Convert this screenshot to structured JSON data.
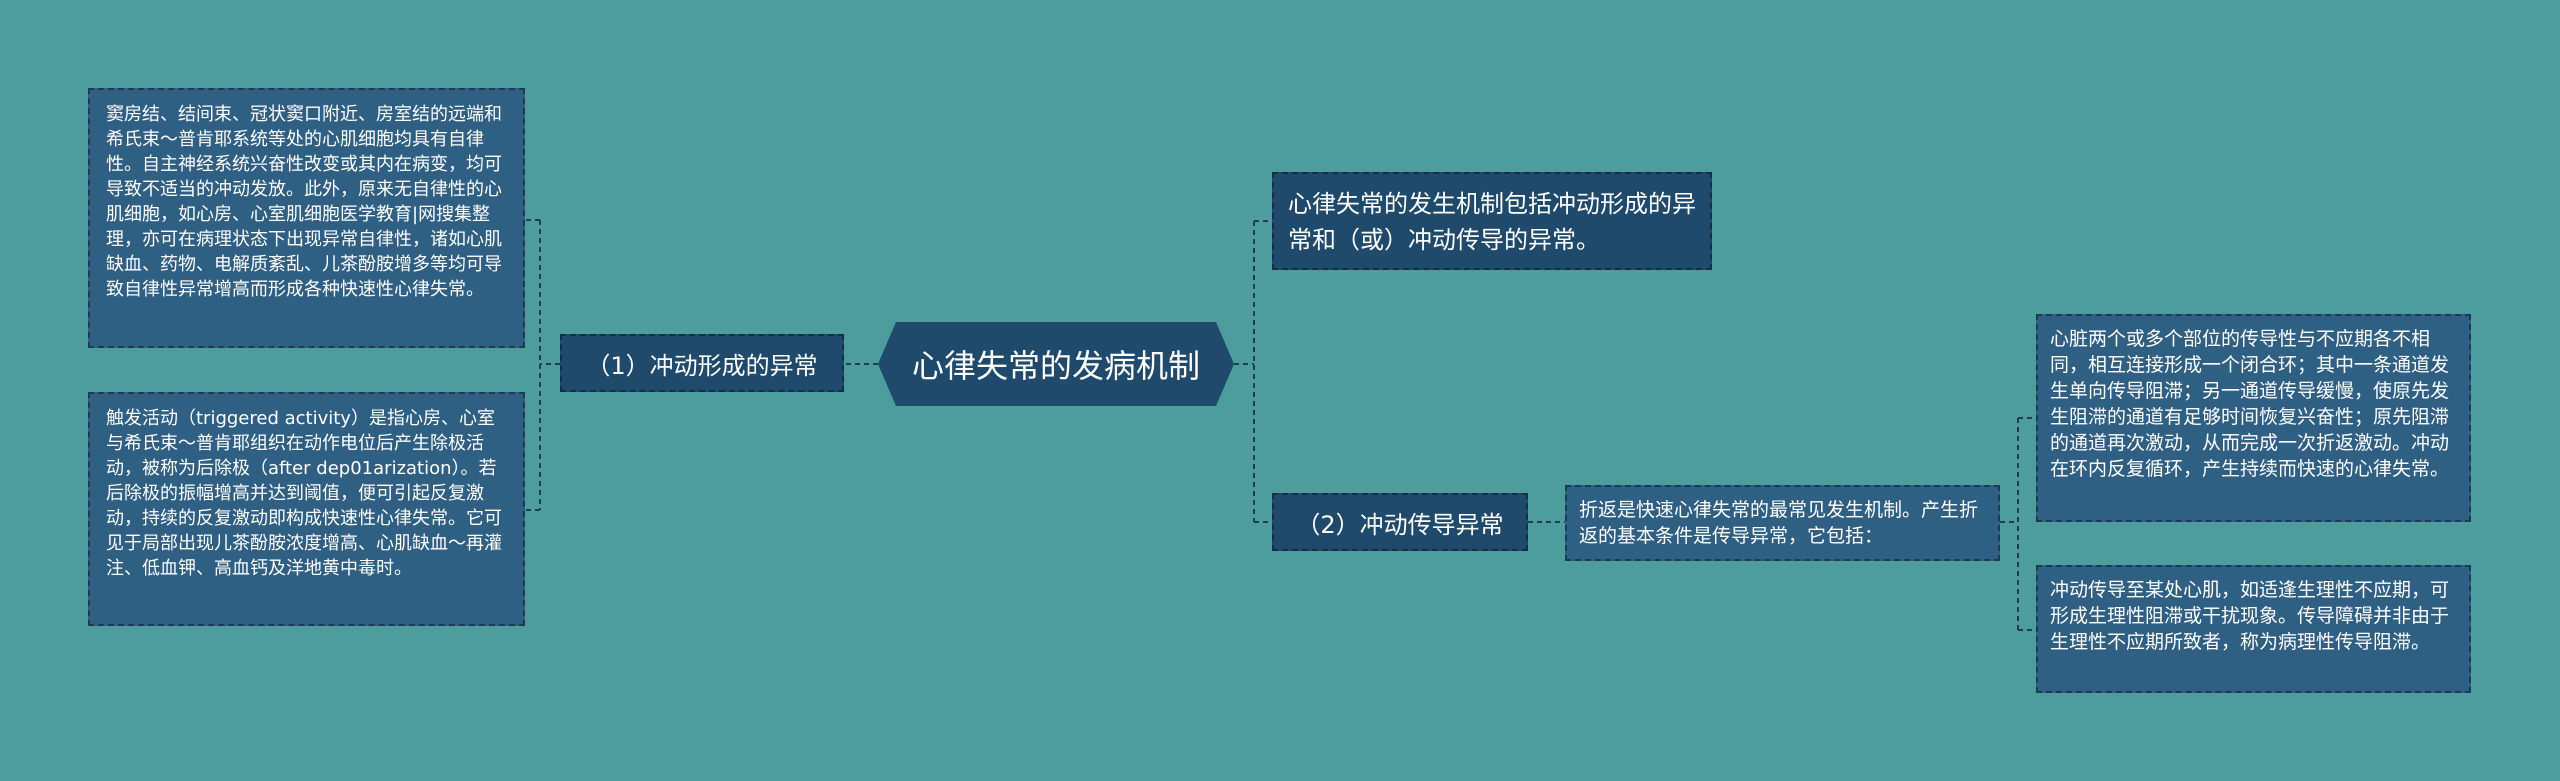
{
  "root": {
    "label": "心律失常的发病机制"
  },
  "left_branch": {
    "label": "（1）冲动形成的异常",
    "children": [
      "窦房结、结间束、冠状窦口附近、房室结的远端和希氏束～普肯耶系统等处的心肌细胞均具有自律性。自主神经系统兴奋性改变或其内在病变，均可导致不适当的冲动发放。此外，原来无自律性的心肌细胞，如心房、心室肌细胞医学教育|网搜集整理，亦可在病理状态下出现异常自律性，诸如心肌缺血、药物、电解质紊乱、儿茶酚胺增多等均可导致自律性异常增高而形成各种快速性心律失常。",
      "触发活动（triggered activity）是指心房、心室与希氏束～普肯耶组织在动作电位后产生除极活动，被称为后除极（after dep01arization）。若后除极的振幅增高并达到阈值，便可引起反复激动，持续的反复激动即构成快速性心律失常。它可见于局部出现儿茶酚胺浓度增高、心肌缺血～再灌注、低血钾、高血钙及洋地黄中毒时。"
    ]
  },
  "summary": {
    "text": "心律失常的发生机制包括冲动形成的异常和（或）冲动传导的异常。"
  },
  "right_branch": {
    "label": "（2）冲动传导异常",
    "middle_text": "折返是快速心律失常的最常见发生机制。产生折返的基本条件是传导异常，它包括：",
    "children": [
      "心脏两个或多个部位的传导性与不应期各不相同，相互连接形成一个闭合环；其中一条通道发生单向传导阻滞；另一通道传导缓慢，使原先发生阻滞的通道有足够时间恢复兴奋性；原先阻滞的通道再次激动，从而完成一次折返激动。冲动在环内反复循环，产生持续而快速的心律失常。",
      "冲动传导至某处心肌，如适逢生理性不应期，可形成生理性阻滞或干扰现象。传导障碍并非由于生理性不应期所致者，称为病理性传导阻滞。"
    ]
  },
  "colors": {
    "background": "#4e9c9c",
    "node_dark": "#1f4a6b",
    "node_text": "#2f5f82",
    "connector": "#1c3e58"
  }
}
